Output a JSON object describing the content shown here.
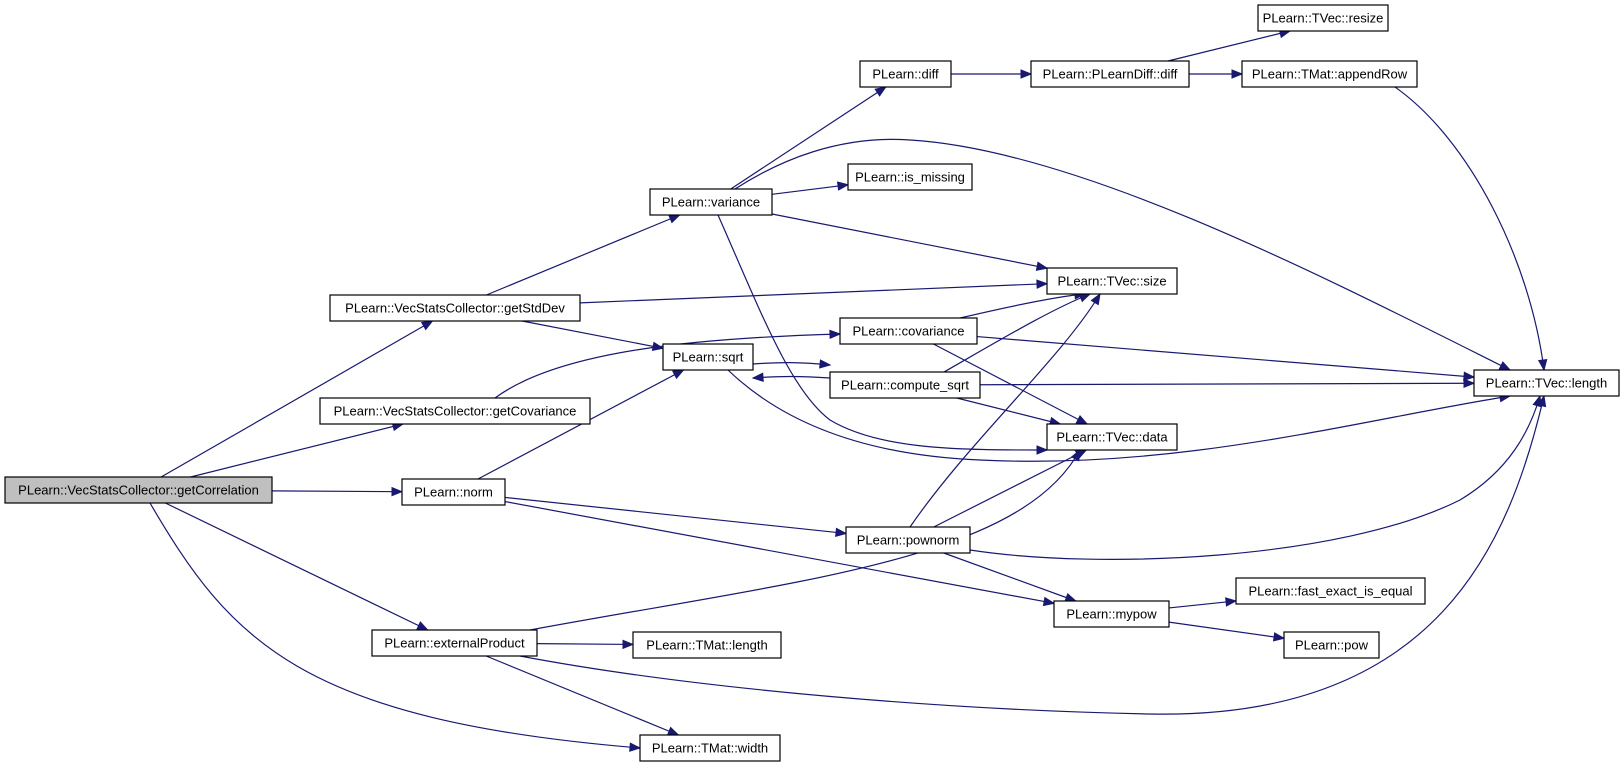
{
  "graph": {
    "type": "call-graph",
    "edge_color": "#191970",
    "root_fill": "#bfbfbf",
    "nodes": [
      {
        "id": "getCorrelation",
        "label": "PLearn::VecStatsCollector::getCorrelation",
        "root": true
      },
      {
        "id": "getStdDev",
        "label": "PLearn::VecStatsCollector::getStdDev"
      },
      {
        "id": "getCovariance",
        "label": "PLearn::VecStatsCollector::getCovariance"
      },
      {
        "id": "norm",
        "label": "PLearn::norm"
      },
      {
        "id": "externalProduct",
        "label": "PLearn::externalProduct"
      },
      {
        "id": "variance",
        "label": "PLearn::variance"
      },
      {
        "id": "sqrt",
        "label": "PLearn::sqrt"
      },
      {
        "id": "tmatLength",
        "label": "PLearn::TMat::length"
      },
      {
        "id": "tmatWidth",
        "label": "PLearn::TMat::width"
      },
      {
        "id": "diff",
        "label": "PLearn::diff"
      },
      {
        "id": "isMissing",
        "label": "PLearn::is_missing"
      },
      {
        "id": "covariance",
        "label": "PLearn::covariance"
      },
      {
        "id": "computeSqrt",
        "label": "PLearn::compute_sqrt"
      },
      {
        "id": "pownorm",
        "label": "PLearn::pownorm"
      },
      {
        "id": "plearnDiff",
        "label": "PLearn::PLearnDiff::diff"
      },
      {
        "id": "tvecSize",
        "label": "PLearn::TVec::size"
      },
      {
        "id": "tvecData",
        "label": "PLearn::TVec::data"
      },
      {
        "id": "mypow",
        "label": "PLearn::mypow"
      },
      {
        "id": "tvecResize",
        "label": "PLearn::TVec::resize"
      },
      {
        "id": "appendRow",
        "label": "PLearn::TMat::appendRow"
      },
      {
        "id": "fastEqual",
        "label": "PLearn::fast_exact_is_equal"
      },
      {
        "id": "pow",
        "label": "PLearn::pow"
      },
      {
        "id": "tvecLength",
        "label": "PLearn::TVec::length"
      }
    ],
    "edges": [
      {
        "from": "getCorrelation",
        "to": "getStdDev"
      },
      {
        "from": "getCorrelation",
        "to": "getCovariance"
      },
      {
        "from": "getCorrelation",
        "to": "norm"
      },
      {
        "from": "getCorrelation",
        "to": "externalProduct"
      },
      {
        "from": "getCorrelation",
        "to": "tmatWidth"
      },
      {
        "from": "getStdDev",
        "to": "variance"
      },
      {
        "from": "getStdDev",
        "to": "tvecSize"
      },
      {
        "from": "getStdDev",
        "to": "sqrt"
      },
      {
        "from": "getCovariance",
        "to": "covariance"
      },
      {
        "from": "variance",
        "to": "diff"
      },
      {
        "from": "variance",
        "to": "isMissing"
      },
      {
        "from": "variance",
        "to": "tvecSize"
      },
      {
        "from": "variance",
        "to": "tvecLength"
      },
      {
        "from": "variance",
        "to": "tvecData"
      },
      {
        "from": "diff",
        "to": "plearnDiff"
      },
      {
        "from": "plearnDiff",
        "to": "tvecResize"
      },
      {
        "from": "plearnDiff",
        "to": "appendRow"
      },
      {
        "from": "appendRow",
        "to": "tvecLength"
      },
      {
        "from": "covariance",
        "to": "tvecSize"
      },
      {
        "from": "covariance",
        "to": "tvecLength"
      },
      {
        "from": "covariance",
        "to": "tvecData"
      },
      {
        "from": "sqrt",
        "to": "computeSqrt"
      },
      {
        "from": "sqrt",
        "to": "tvecLength"
      },
      {
        "from": "computeSqrt",
        "to": "sqrt"
      },
      {
        "from": "computeSqrt",
        "to": "tvecSize"
      },
      {
        "from": "computeSqrt",
        "to": "tvecLength"
      },
      {
        "from": "computeSqrt",
        "to": "tvecData"
      },
      {
        "from": "norm",
        "to": "sqrt"
      },
      {
        "from": "norm",
        "to": "pownorm"
      },
      {
        "from": "norm",
        "to": "mypow"
      },
      {
        "from": "pownorm",
        "to": "tvecSize"
      },
      {
        "from": "pownorm",
        "to": "tvecData"
      },
      {
        "from": "pownorm",
        "to": "tvecLength"
      },
      {
        "from": "pownorm",
        "to": "mypow"
      },
      {
        "from": "mypow",
        "to": "fastEqual"
      },
      {
        "from": "mypow",
        "to": "pow"
      },
      {
        "from": "externalProduct",
        "to": "tvecData"
      },
      {
        "from": "externalProduct",
        "to": "tmatLength"
      },
      {
        "from": "externalProduct",
        "to": "tmatWidth"
      },
      {
        "from": "externalProduct",
        "to": "tvecLength"
      }
    ]
  }
}
